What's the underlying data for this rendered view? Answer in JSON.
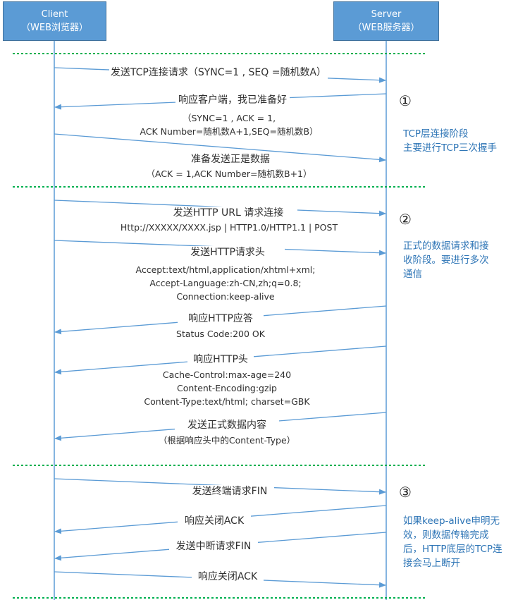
{
  "participants": {
    "client": {
      "name": "Client",
      "subtitle": "（WEB浏览器）"
    },
    "server": {
      "name": "Server",
      "subtitle": "（WEB服务器）"
    }
  },
  "colors": {
    "separator": "#00b050",
    "box": "#5b9bd5",
    "line": "#5b9bd5",
    "note": "#2e75b6"
  },
  "phases": [
    {
      "marker": "①",
      "note": [
        "TCP层连接阶段",
        "主要进行TCP三次握手"
      ]
    },
    {
      "marker": "②",
      "note": [
        "正式的数据请求和接",
        "收阶段。要进行多次",
        "通信"
      ]
    },
    {
      "marker": "③",
      "note": [
        "如果keep-alive申明无",
        "效，则数据传输完成",
        "后，HTTP底层的TCP连",
        "接会马上断开"
      ]
    }
  ],
  "messages": {
    "m1": {
      "title": "发送TCP连接请求（SYNC=1 , SEQ =随机数A）"
    },
    "m2": {
      "title": "响应客户端，我已准备好",
      "lines": [
        "（SYNC=1 , ACK = 1,",
        "ACK Number=随机数A+1,SEQ=随机数B）"
      ]
    },
    "m3": {
      "title": "准备发送正是数据",
      "lines": [
        "（ACK = 1,ACK Number=随机数B+1）"
      ]
    },
    "m4": {
      "title": "发送HTTP URL 请求连接",
      "lines": [
        "Http://XXXXX/XXXX.jsp | HTTP1.0/HTTP1.1 | POST"
      ]
    },
    "m5": {
      "title": "发送HTTP请求头",
      "lines": [
        "Accept:text/html,application/xhtml+xml;",
        "Accept-Language:zh-CN,zh;q=0.8;",
        "Connection:keep-alive"
      ]
    },
    "m6": {
      "title": "响应HTTP应答",
      "lines": [
        "Status Code:200 OK"
      ]
    },
    "m7": {
      "title": "响应HTTP头",
      "lines": [
        "Cache-Control:max-age=240",
        "Content-Encoding:gzip",
        "Content-Type:text/html; charset=GBK"
      ]
    },
    "m8": {
      "title": "发送正式数据内容",
      "lines": [
        "（根据响应头中的Content-Type）"
      ]
    },
    "m9": {
      "title": "发送终端请求FIN"
    },
    "m10": {
      "title": "响应关闭ACK"
    },
    "m11": {
      "title": "发送中断请求FIN"
    },
    "m12": {
      "title": "响应关闭ACK"
    }
  }
}
